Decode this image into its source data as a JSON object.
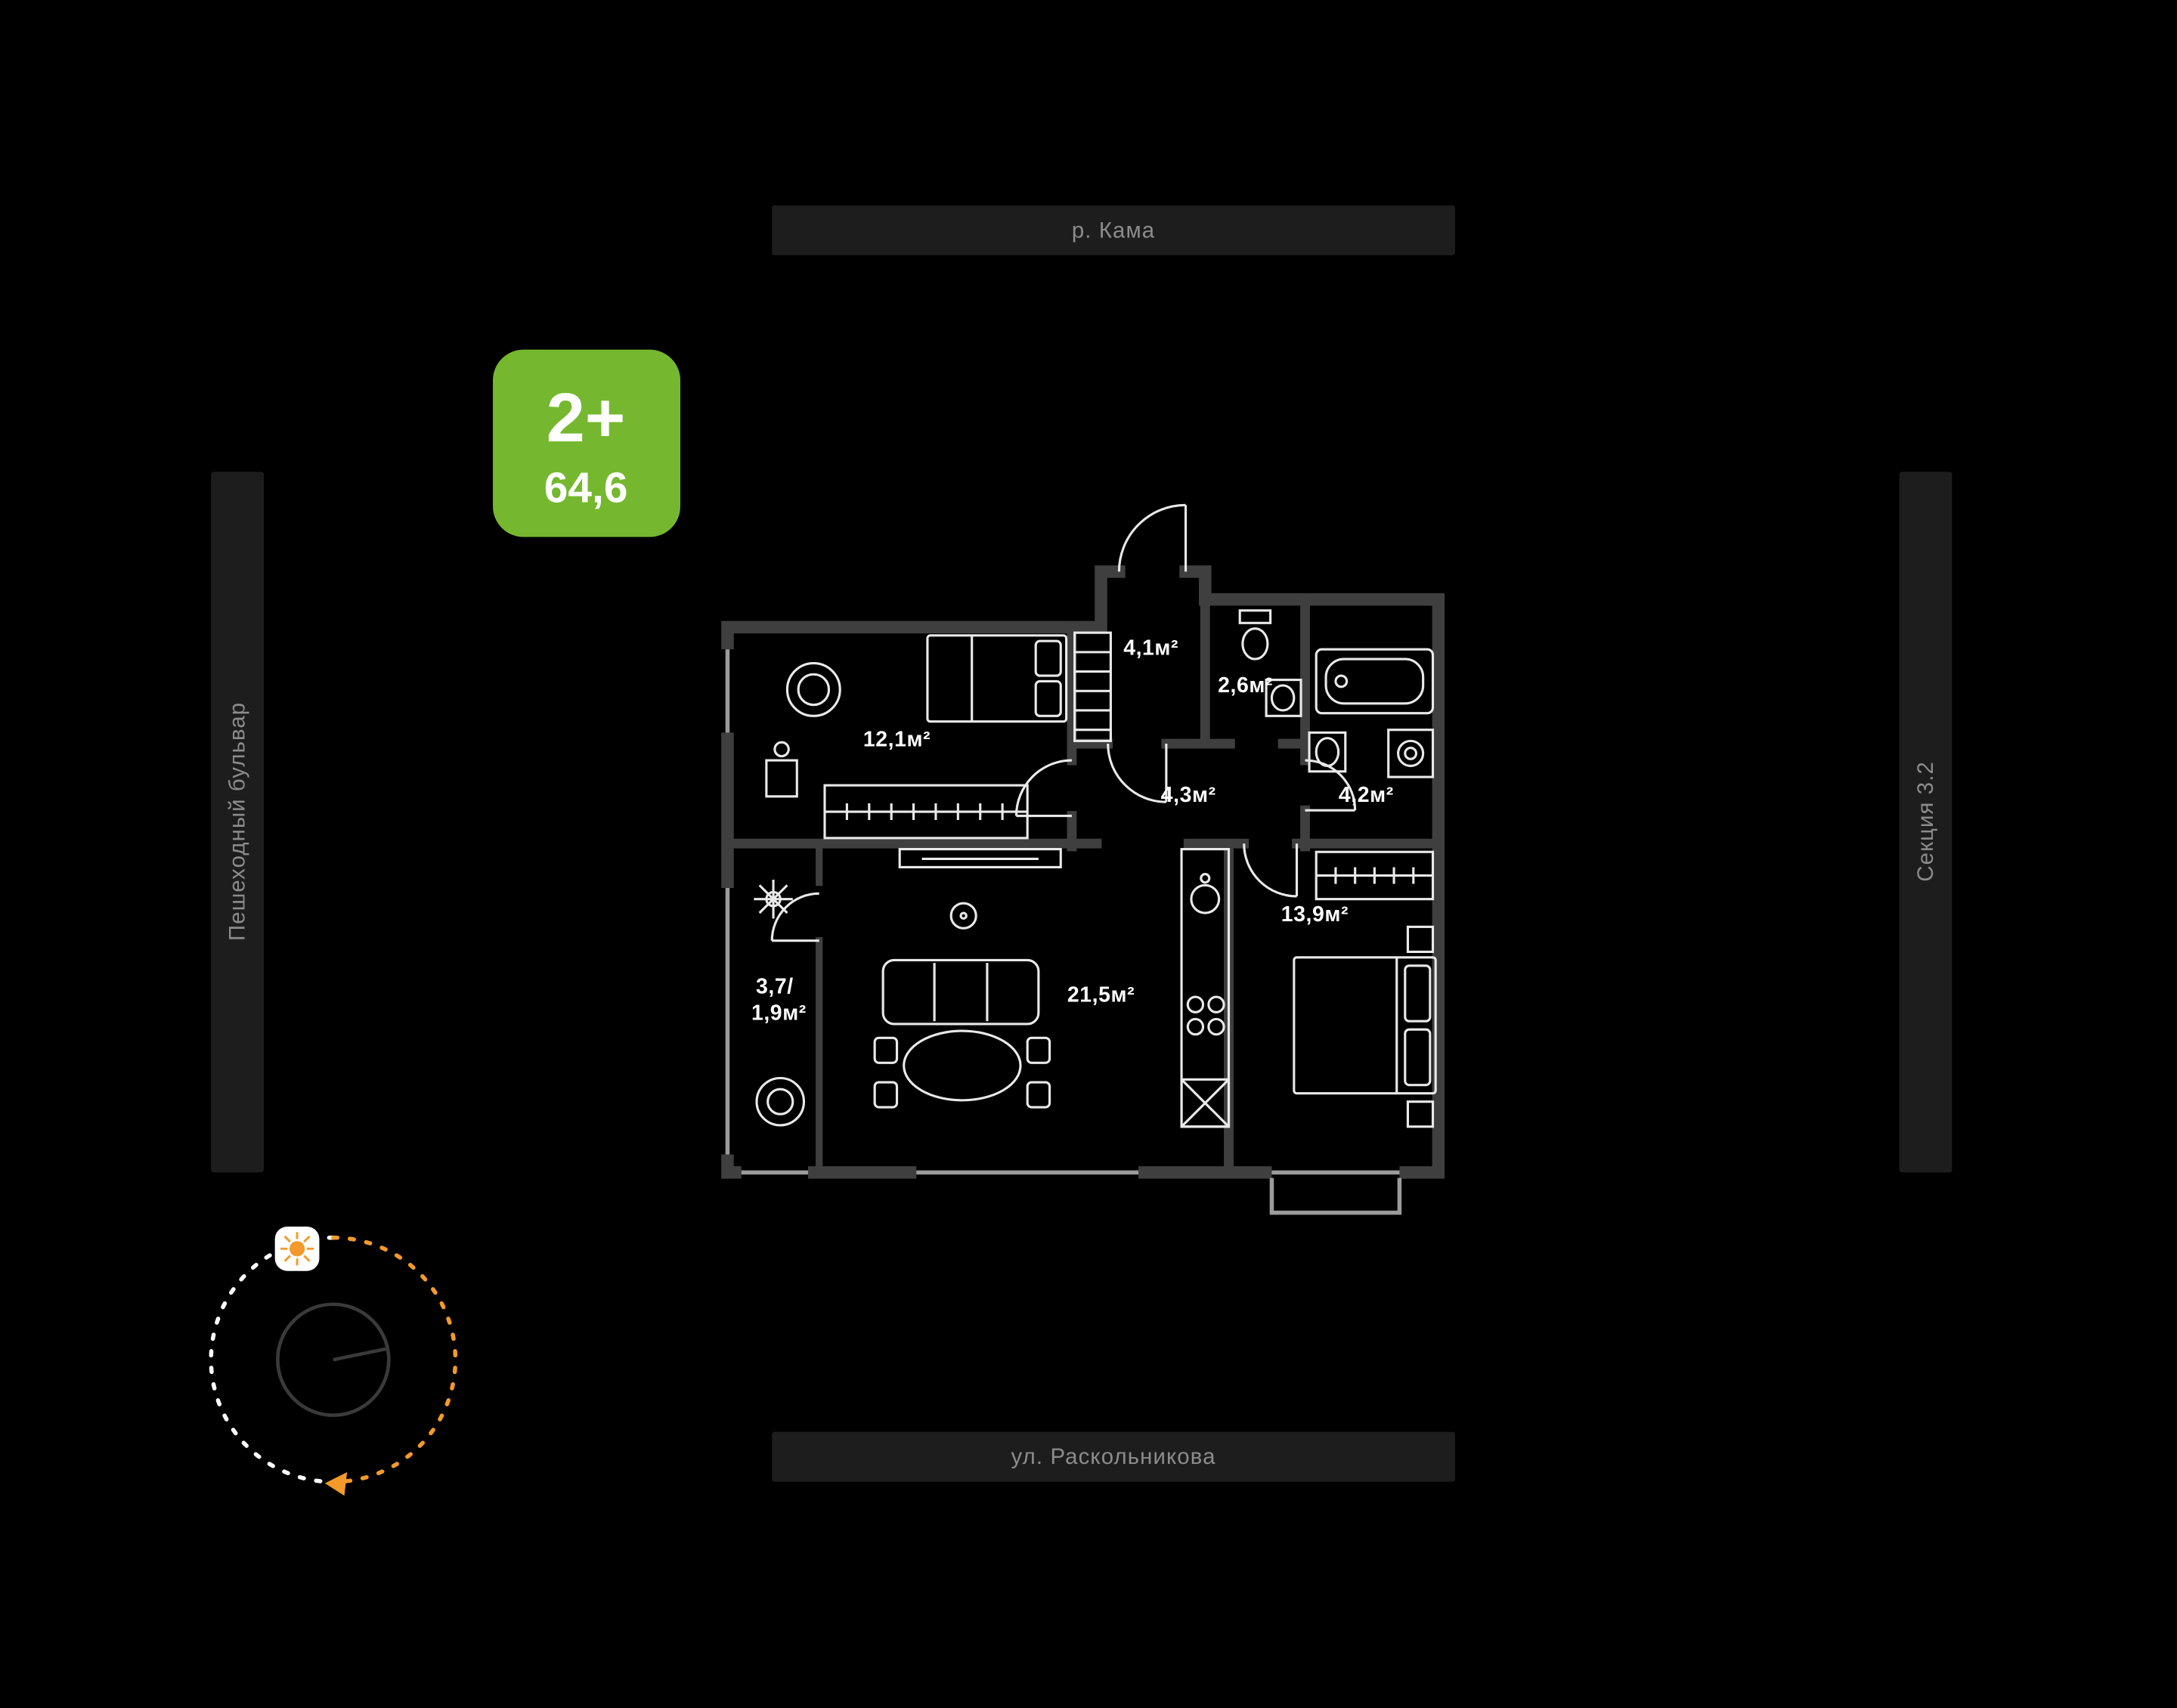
{
  "badge": {
    "rooms_label": "2+",
    "area_label": "64,6"
  },
  "surroundings": {
    "top_street": "р. Кама",
    "bottom_street": "ул. Раскольникова",
    "left_street": "Пешеходный бульвар",
    "right_section": "Секция 3.2"
  },
  "floorplan": {
    "rooms": {
      "hallway": {
        "area": "4,1м²"
      },
      "bathroom_small": {
        "area": "2,6м²"
      },
      "bedroom_1": {
        "area": "12,1м²"
      },
      "corridor": {
        "area": "4,3м²"
      },
      "bathroom": {
        "area": "4,2м²"
      },
      "bedroom_2": {
        "area": "13,9м²"
      },
      "living_kitchen": {
        "area": "21,5м²"
      },
      "balcony": {
        "area_line1": "3,7/",
        "area_line2": "1,9м²"
      }
    }
  },
  "colors": {
    "background": "#000000",
    "badge_green": "#75B82F",
    "wall": "#3F3F3F",
    "street_bar_bg": "#1D1D1D",
    "street_text": "#8C8C8C",
    "window_line": "#9B9B9B",
    "furniture_line": "#E9E9E9",
    "label_text": "#FFFFFF",
    "compass_orange": "#F39A2B",
    "compass_dial": "#3A3A3A"
  }
}
